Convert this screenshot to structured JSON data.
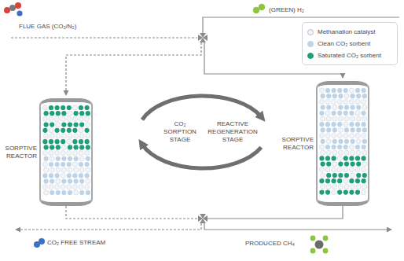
{
  "diagram": {
    "nodes": [
      {
        "text": [
          "SORPTIVE REACTOR"
        ]
      },
      {
        "text": [
          "SORPTIVE REACTOR"
        ]
      }
    ],
    "labels": [
      "FLUE GAS (CO₂/N₂)",
      "(GREEN) H₂",
      "CO₂ SORPTION STAGE",
      "REACTIVE REGENERATION STAGE",
      "CO₂ FREE STREAM",
      "PRODUCED CH₄"
    ],
    "legend": [
      {
        "text": "Methanation catalyst",
        "color": "#f1f4f8"
      },
      {
        "text": "Clean CO₂ sorbent",
        "color": "#bcd3e8"
      },
      {
        "text": "Saturated CO₂ sorbent",
        "color": "#1f9e78"
      }
    ]
  }
}
